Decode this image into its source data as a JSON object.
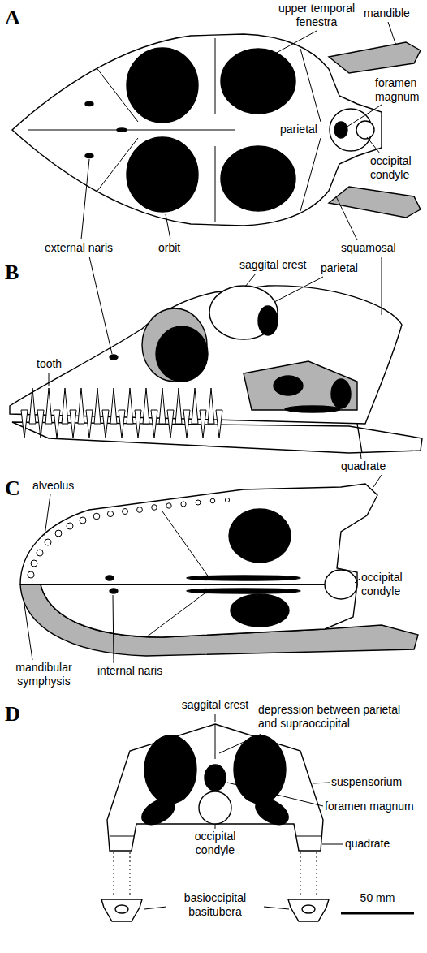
{
  "diagram": {
    "labels": [
      "A",
      "upper temporal fenestra",
      "mandible",
      "foramen magnum",
      "occipital condyle",
      "parietal",
      "external naris",
      "orbit",
      "squamosal",
      "B",
      "saggital crest",
      "parietal",
      "tooth",
      "quadrate",
      "C",
      "alveolus",
      "occipital condyle",
      "mandibular symphysis",
      "internal naris",
      "D",
      "saggital crest",
      "depression between parietal and supraoccipital",
      "suspensorium",
      "foramen magnum",
      "quadrate",
      "occipital condyle",
      "basioccipital basitubera",
      "50 mm"
    ]
  }
}
